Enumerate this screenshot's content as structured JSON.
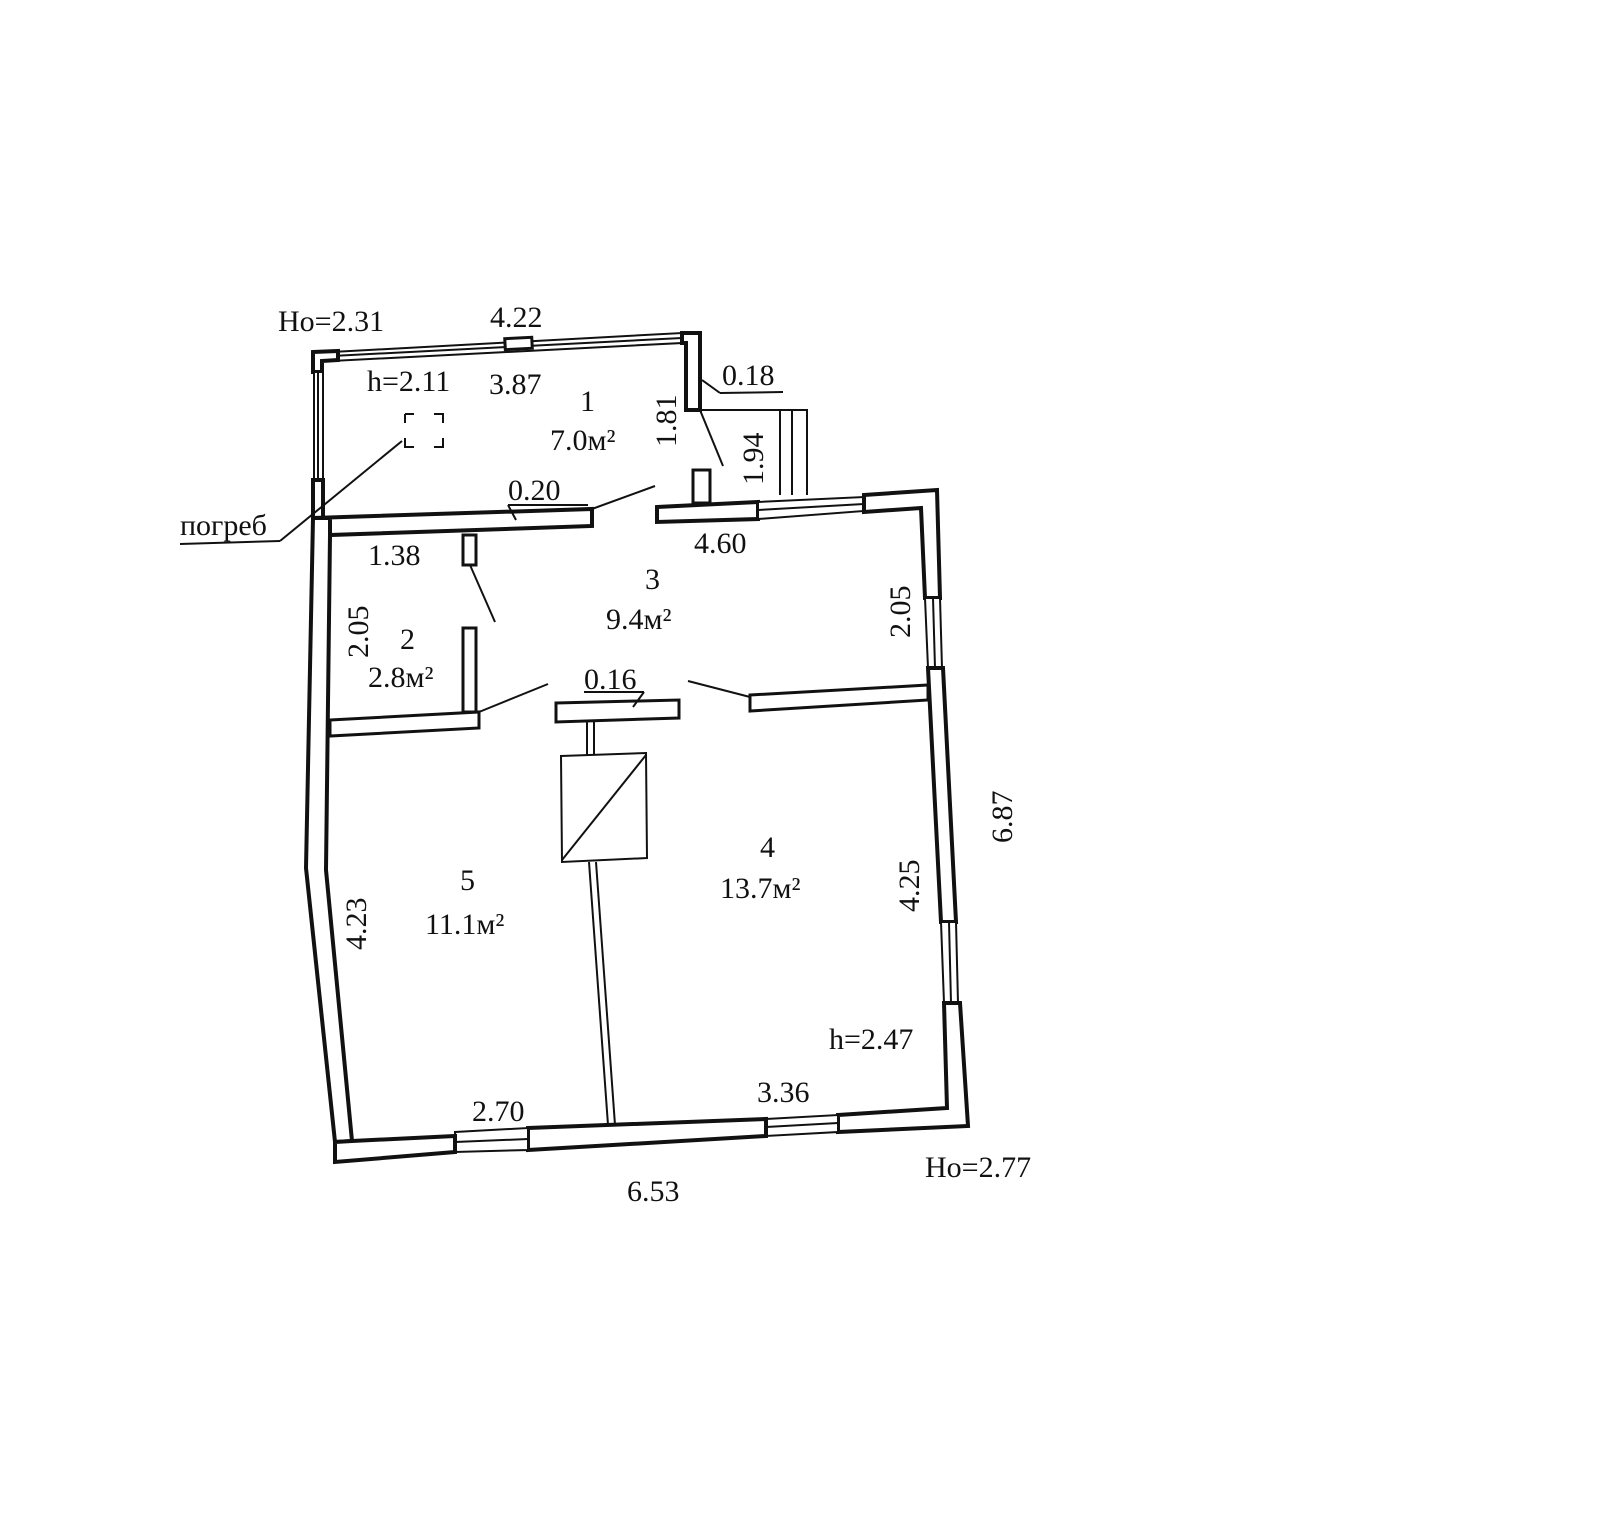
{
  "plan": {
    "ceiling_heights": {
      "outbuilding_outer": "Ho=2.31",
      "outbuilding_inner": "h=2.11",
      "main_inner": "h=2.47",
      "main_outer": "Ho=2.77"
    },
    "rooms": [
      {
        "number": "1",
        "area": "7.0м²"
      },
      {
        "number": "2",
        "area": "2.8м²"
      },
      {
        "number": "3",
        "area": "9.4м²"
      },
      {
        "number": "4",
        "area": "13.7м²"
      },
      {
        "number": "5",
        "area": "11.1м²"
      }
    ],
    "dimensions": {
      "d_4_22": "4.22",
      "d_3_87": "3.87",
      "d_0_18": "0.18",
      "d_1_81": "1.81",
      "d_1_94": "1.94",
      "d_0_20": "0.20",
      "d_4_60": "4.60",
      "d_1_38": "1.38",
      "d_2_05_left": "2.05",
      "d_2_05_right": "2.05",
      "d_0_16": "0.16",
      "d_6_87": "6.87",
      "d_4_23": "4.23",
      "d_4_25": "4.25",
      "d_2_70": "2.70",
      "d_3_36": "3.36",
      "d_6_53": "6.53"
    },
    "annotations": {
      "cellar": "погреб"
    }
  }
}
